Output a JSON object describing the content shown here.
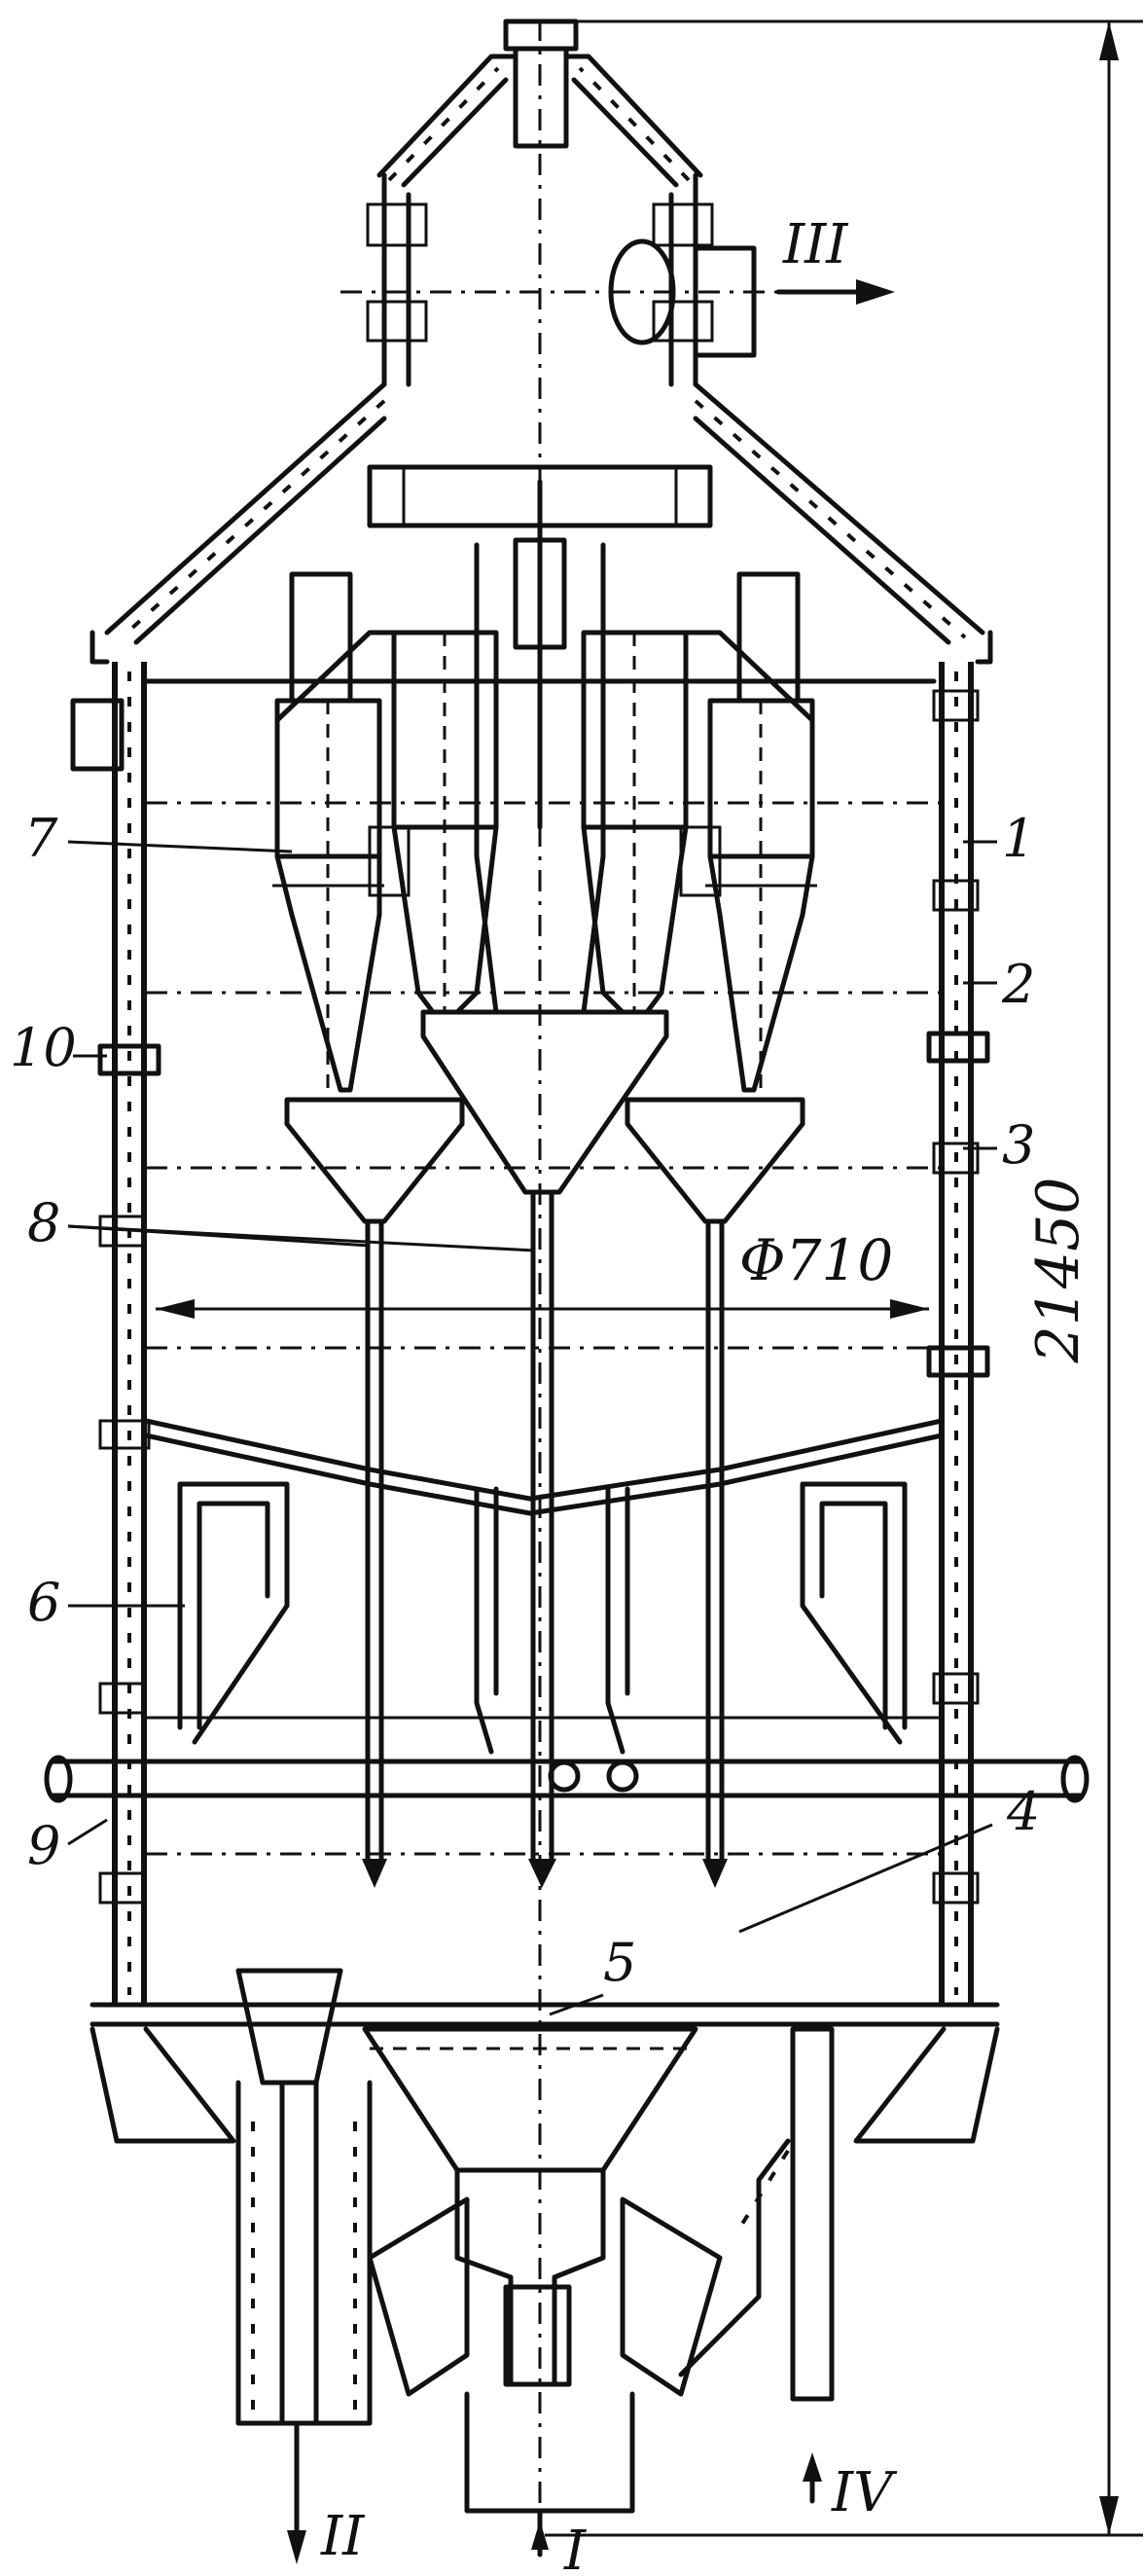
{
  "labels": {
    "callouts": [
      "1",
      "2",
      "3",
      "4",
      "5",
      "6",
      "7",
      "8",
      "9",
      "10"
    ],
    "streams": [
      "I",
      "II",
      "III",
      "IV"
    ]
  },
  "dimensions": {
    "height": "21450",
    "inner_diameter": "Φ710"
  }
}
